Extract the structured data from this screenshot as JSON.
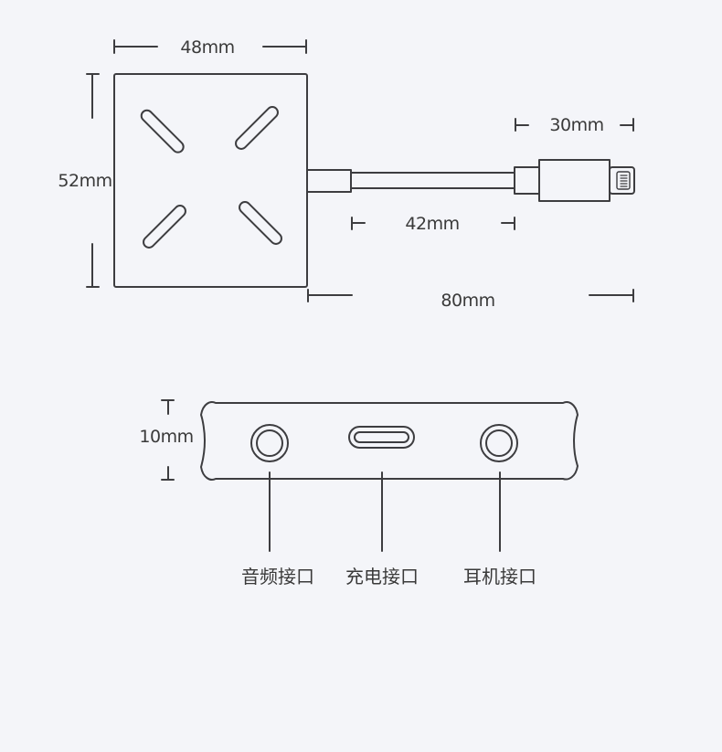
{
  "colors": {
    "background": "#f4f5f9",
    "line": "#3d3d40",
    "text": "#3a3a3a"
  },
  "top_view": {
    "width_label": "48mm",
    "height_label": "52mm",
    "cable_label": "42mm",
    "connector_label": "30mm",
    "total_label": "80mm"
  },
  "side_view": {
    "thickness_label": "10mm",
    "ports": [
      {
        "label": "音频接口"
      },
      {
        "label": "充电接口"
      },
      {
        "label": "耳机接口"
      }
    ]
  }
}
